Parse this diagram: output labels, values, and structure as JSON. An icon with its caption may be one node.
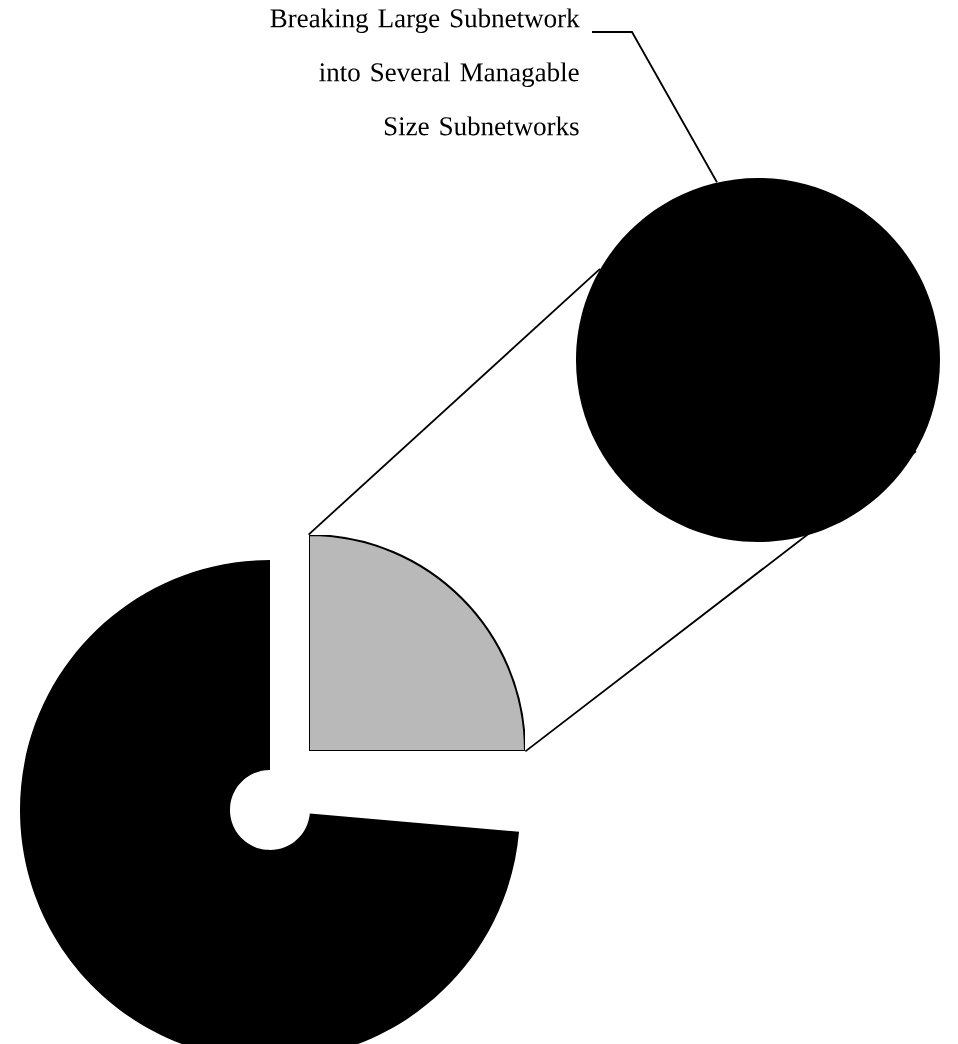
{
  "diagram": {
    "nodes": [
      {
        "text": [
          "Breaking Large Subnetwork into Several Managable Size Subnetworks"
        ]
      },
      {
        "text": [],
        "shape": "circle"
      },
      {
        "text": [],
        "shape": "wedge"
      }
    ],
    "edges": [
      {
        "from": 0,
        "to": 1,
        "arrow": "none"
      },
      {
        "from": 2,
        "to": 1,
        "arrow": "none"
      },
      {
        "from": 2,
        "to": 1,
        "arrow": "none"
      }
    ]
  }
}
